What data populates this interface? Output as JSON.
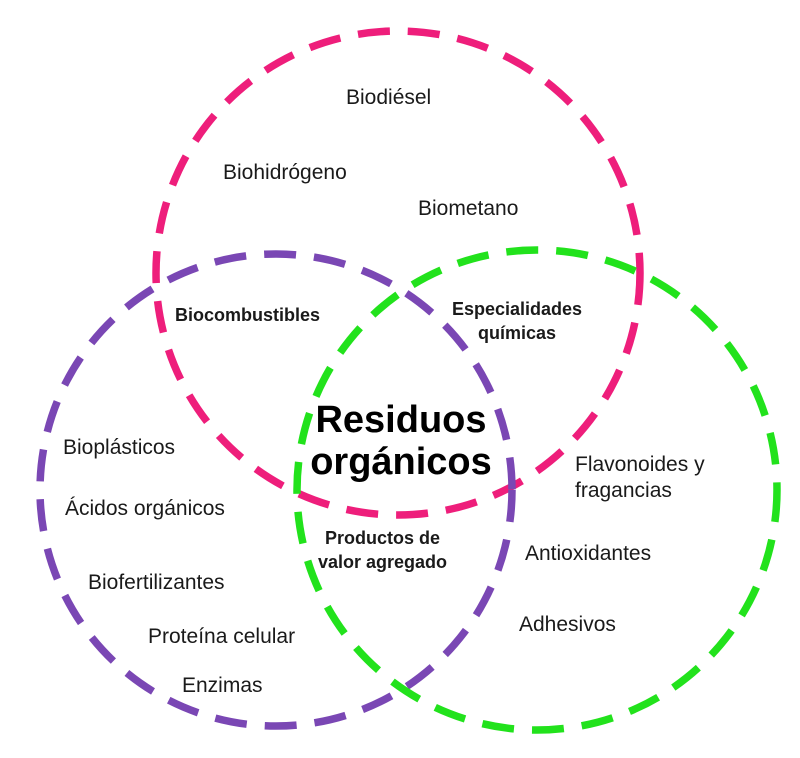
{
  "colors": {
    "circle_top": "#ee1e7b",
    "circle_left": "#7a47b4",
    "circle_right": "#22e21c"
  },
  "center": {
    "line1": "Residuos",
    "line2": "orgánicos"
  },
  "circles": {
    "top": {
      "items": [
        "Biodiésel",
        "Biohidrógeno",
        "Biometano"
      ]
    },
    "left": {
      "items": [
        "Bioplásticos",
        "Ácidos orgánicos",
        "Biofertilizantes",
        "Proteína celular",
        "Enzimas"
      ]
    },
    "right": {
      "items": [
        "Flavonoides y\nfragancias",
        "Antioxidantes",
        "Adhesivos"
      ]
    }
  },
  "overlaps": {
    "top_left": "Biocombustibles",
    "top_right": "Especialidades\nquímicas",
    "left_right": "Productos de\nvalor agregado"
  }
}
